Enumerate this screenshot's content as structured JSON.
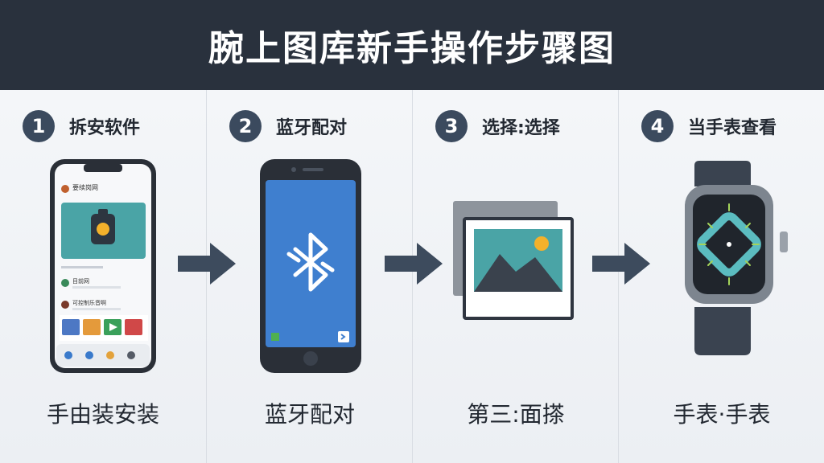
{
  "header": {
    "title": "腕上图库新手操作步骤图"
  },
  "steps": [
    {
      "number": "1",
      "title": "拆安软件",
      "caption": "手由装安装"
    },
    {
      "number": "2",
      "title": "蓝牙配对",
      "caption": "蓝牙配对"
    },
    {
      "number": "3",
      "title": "选择:选择",
      "caption": "第三:面搽"
    },
    {
      "number": "4",
      "title": "当手表查看",
      "caption": "手表·手表"
    }
  ],
  "phone1": {
    "header_label": "要续岗网",
    "list_items": [
      "目前网",
      "可控制乐音啊"
    ]
  },
  "colors": {
    "header_bg": "#29313d",
    "badge": "#3b4a5e",
    "arrow": "#3d4b5d",
    "teal": "#4aa4a6",
    "blue_screen": "#3f7fcf",
    "sun": "#f3b12b"
  },
  "icons": [
    "phone-icon",
    "bluetooth-icon",
    "photo-icon",
    "watch-icon",
    "arrow-right-icon"
  ]
}
